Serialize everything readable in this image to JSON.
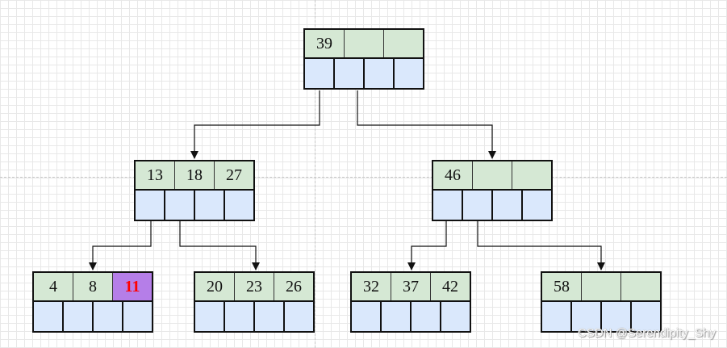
{
  "diagram": {
    "nodes": [
      {
        "id": "root",
        "keys": [
          "39",
          "",
          ""
        ]
      },
      {
        "id": "n1",
        "keys": [
          "13",
          "18",
          "27"
        ]
      },
      {
        "id": "n2",
        "keys": [
          "46",
          "",
          ""
        ]
      },
      {
        "id": "n3",
        "keys": [
          "4",
          "8",
          "11"
        ],
        "highlight_key_index": 2
      },
      {
        "id": "n4",
        "keys": [
          "20",
          "23",
          "26"
        ]
      },
      {
        "id": "n5",
        "keys": [
          "32",
          "37",
          "42"
        ]
      },
      {
        "id": "n6",
        "keys": [
          "58",
          "",
          ""
        ]
      }
    ],
    "edges": [
      {
        "from": "root",
        "to": "n1"
      },
      {
        "from": "root",
        "to": "n2"
      },
      {
        "from": "n1",
        "to": "n3"
      },
      {
        "from": "n1",
        "to": "n4"
      },
      {
        "from": "n2",
        "to": "n5"
      },
      {
        "from": "n2",
        "to": "n6"
      }
    ],
    "colors": {
      "key_fill": "#d5e8d4",
      "pointer_fill": "#dae8fc",
      "highlight_fill": "#b57ee8",
      "highlight_text": "#ff0000"
    }
  },
  "watermark": "CSDN @Serendipity_Shy"
}
